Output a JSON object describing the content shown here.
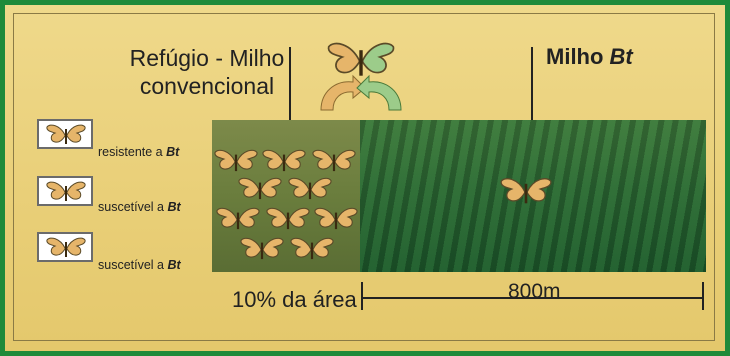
{
  "refuge": {
    "line1": "Refúgio - Milho",
    "line2": "convencional"
  },
  "bt_field": {
    "prefix": "Milho ",
    "bt": "Bt"
  },
  "legend": [
    {
      "text": "resistente a ",
      "bt": "Bt",
      "left_wing": "#9ccc8a",
      "right_wing": "#9ccc8a"
    },
    {
      "text": "suscetível a ",
      "bt": "Bt",
      "left_wing": "#e6b56a",
      "right_wing": "#e6b56a"
    },
    {
      "text": "suscetível a ",
      "bt": "Bt",
      "left_wing": "#e6b56a",
      "right_wing": "#9ccc8a"
    }
  ],
  "refuge_area_label": "10% da área",
  "scale_label": "800m",
  "colors": {
    "resistant": "#9ccc8a",
    "susceptible": "#e6b56a",
    "frame": "#1f8a3a"
  }
}
